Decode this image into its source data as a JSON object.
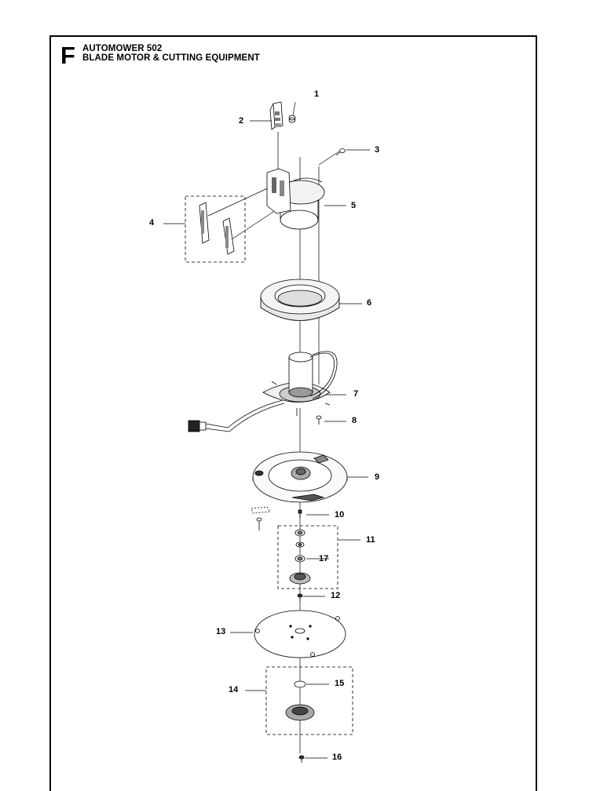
{
  "header": {
    "section_letter": "F",
    "title": "AUTOMOWER 502",
    "subtitle": "BLADE MOTOR & CUTTING EQUIPMENT"
  },
  "callouts": {
    "c1": "1",
    "c2": "2",
    "c3": "3",
    "c4": "4",
    "c5": "5",
    "c6": "6",
    "c7": "7",
    "c8": "8",
    "c9": "9",
    "c10": "10",
    "c11": "11",
    "c12": "12",
    "c13": "13",
    "c14": "14",
    "c15": "15",
    "c16": "16",
    "c17": "17"
  }
}
